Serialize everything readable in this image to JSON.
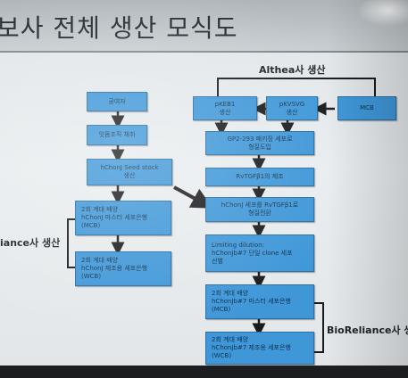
{
  "title": "보사 전체 생산 모식도",
  "groups": {
    "althea": "Althea사 생산",
    "reliance_left": "iance사 생산",
    "reliance_right": "BioReliance사 생산"
  },
  "left_flow": [
    {
      "id": "donor",
      "lines": [
        "공여자"
      ]
    },
    {
      "id": "gum",
      "lines": [
        "잇몸조직 채취"
      ]
    },
    {
      "id": "seed",
      "lines": [
        "hChonJ Seed stock",
        "생산"
      ]
    },
    {
      "id": "mcb",
      "lines": [
        "2회 계대 배양",
        "hChonJ 마스터 세포은행",
        "(MCB)"
      ]
    },
    {
      "id": "wcb",
      "lines": [
        "2회 계대 배양",
        "hChonJ 제조용 세포은행",
        "(WCB)"
      ]
    }
  ],
  "top_row": [
    {
      "id": "pkeb1",
      "lines": [
        "pKEB1",
        "생산"
      ]
    },
    {
      "id": "pkvsvg",
      "lines": [
        "pKVSVG",
        "생산"
      ]
    },
    {
      "id": "mcb2",
      "lines": [
        "MCB"
      ]
    }
  ],
  "right_flow": [
    {
      "id": "gp2",
      "lines": [
        "GP2-293 패키징 세포로",
        "형질도입"
      ]
    },
    {
      "id": "rvtgf",
      "lines": [
        "RvTGFβ1의 제조"
      ]
    },
    {
      "id": "transduce",
      "lines": [
        "hChonJ 세포를 RvTGFβ1로",
        "형질전환"
      ]
    },
    {
      "id": "limiting",
      "lines": [
        "Limiting dilution:",
        "hChonJb#7 단일 clone 세포",
        "선별"
      ]
    },
    {
      "id": "mcb_r",
      "lines": [
        "2회 계대 배양",
        "hChonJb#7 마스터 세포은행",
        "(MCB)"
      ]
    },
    {
      "id": "wcb_r",
      "lines": [
        "2회 계대 배양",
        "hChonJb#7 제조용 세포은행",
        "(WCB)"
      ]
    }
  ],
  "colors": {
    "box": "#3f97d8",
    "arrow": "#1a1a1a"
  }
}
